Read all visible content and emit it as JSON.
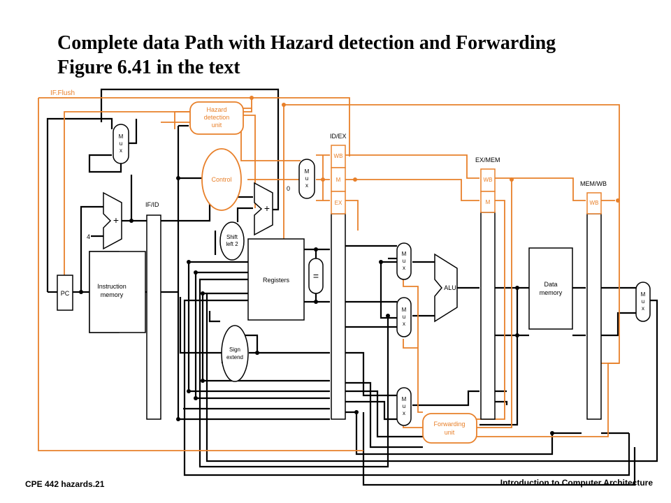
{
  "title": {
    "line1": "Complete data Path with Hazard detection and Forwarding",
    "line2": "Figure 6.41 in the text"
  },
  "footer": {
    "left": "CPE 442  hazards.21",
    "right": "Introduction to Computer Architecture"
  },
  "colors": {
    "control": "#e8802a",
    "datapath": "#000000",
    "box_fill": "#ffffff"
  },
  "diagram": {
    "if_flush": "IF.Flush",
    "hazard_unit": [
      "Hazard",
      "detection",
      "unit"
    ],
    "control": "Control",
    "mux_letters": [
      "M",
      "u",
      "x"
    ],
    "const_zero": "0",
    "const_four": "4",
    "plus": "+",
    "pc": "PC",
    "instruction_memory": [
      "Instruction",
      "memory"
    ],
    "registers": "Registers",
    "equals": "=",
    "shift_left": [
      "Shift",
      "left 2"
    ],
    "sign_extend": [
      "Sign",
      "extend"
    ],
    "alu": "ALU",
    "data_memory": [
      "Data",
      "memory"
    ],
    "forwarding_unit": [
      "Forwarding",
      "unit"
    ],
    "regs": {
      "if_id": "IF/ID",
      "id_ex": "ID/EX",
      "ex_mem": "EX/MEM",
      "mem_wb": "MEM/WB"
    },
    "fields": {
      "wb": "WB",
      "m": "M",
      "ex": "EX"
    }
  }
}
